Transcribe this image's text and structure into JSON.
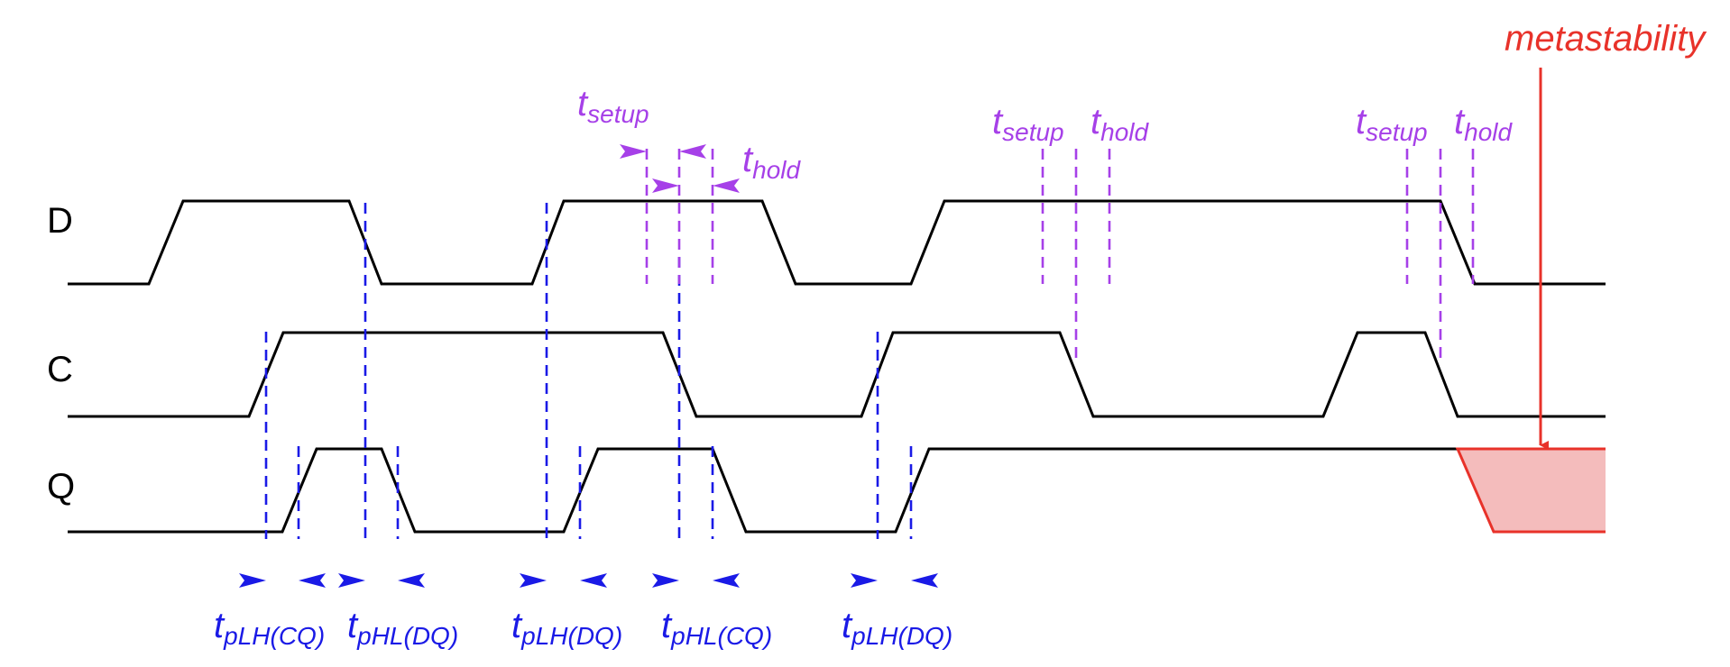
{
  "colors": {
    "signal": "#000000",
    "propagation": "#1a1ae6",
    "setup_hold": "#a640e8",
    "metastability": "#e8322a",
    "metastability_fill": "#f4bcbc"
  },
  "signals": {
    "d": "D",
    "c": "C",
    "q": "Q"
  },
  "annotations": {
    "metastability": "metastability",
    "t": "t",
    "setup": "setup",
    "hold": "hold",
    "plh_cq": "pLH(CQ)",
    "phl_dq": "pHL(DQ)",
    "plh_dq": "pLH(DQ)",
    "phl_cq": "pHL(CQ)"
  }
}
